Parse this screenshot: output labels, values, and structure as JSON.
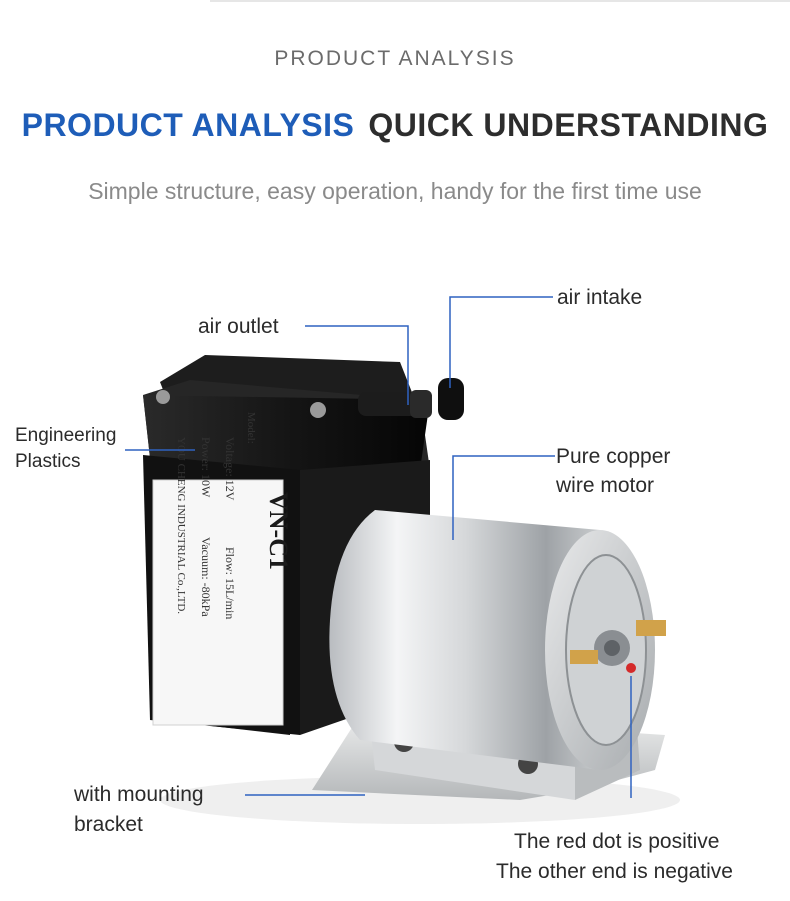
{
  "header": {
    "kicker": "PRODUCT ANALYSIS",
    "title_blue": "PRODUCT ANALYSIS",
    "title_dark": "QUICK UNDERSTANDING",
    "subtitle": "Simple structure, easy operation, handy for the first time use"
  },
  "callouts": {
    "air_outlet": "air outlet",
    "air_intake": "air intake",
    "engineering_line1": "Engineering",
    "engineering_line2": "Plastics",
    "motor_line1": "Pure copper",
    "motor_line2": "wire motor",
    "bracket_line1": "with mounting",
    "bracket_line2": "bracket",
    "polarity_line1": "The red dot is positive",
    "polarity_line2": "The other end is negative"
  },
  "nameplate": {
    "model_label": "Model:",
    "model": "VN-C1",
    "voltage": "Voltage: 12V",
    "flow": "Flow: 15L/min",
    "power": "Power: 10W",
    "vacuum": "Vacuum: -80kPa",
    "company": "YOU CHENG INDUSTRIAL Co.,LTD."
  },
  "colors": {
    "accent_blue": "#1e5db8",
    "title_dark": "#2d2d2d",
    "callout_line": "#2f62c0"
  }
}
